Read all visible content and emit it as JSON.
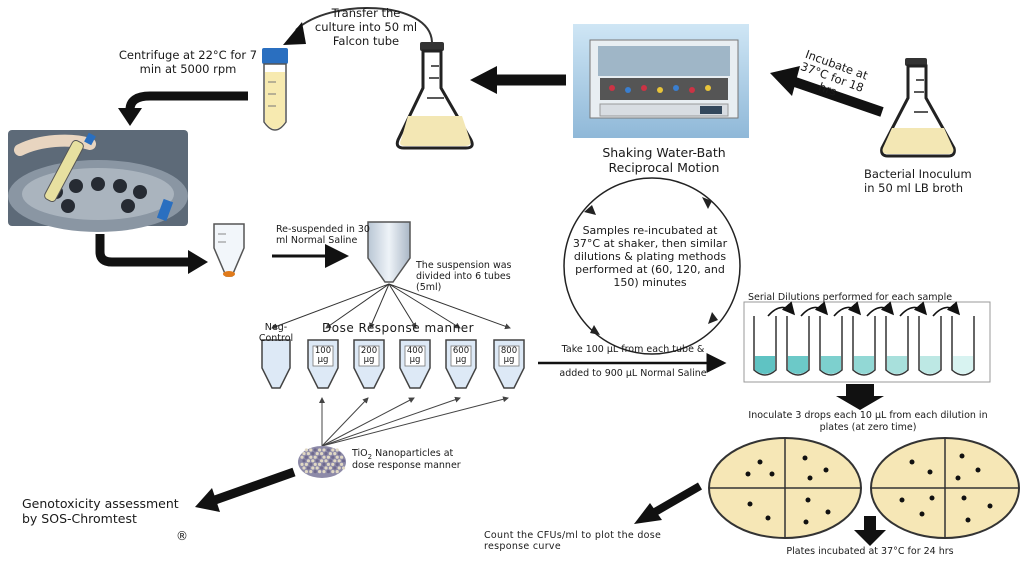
{
  "labels": {
    "transfer": "Transfer the culture into 50 ml Falcon tube",
    "centrifuge": "Centrifuge at 22°C for 7 min at 5000 rpm",
    "incubate": "Incubate at 37°C for 18 hrs",
    "shaking_1": "Shaking Water-Bath",
    "shaking_2": "Reciprocal Motion",
    "inoculum_1": "Bacterial Inoculum",
    "inoculum_2": "in 50 ml LB broth",
    "resuspended": "Re-suspended in 30 ml Normal Saline",
    "suspension": "The suspension was divided into 6 tubes (5ml)",
    "samples": "Samples re-incubated at 37°C at shaker, then similar dilutions & plating methods performed at (60, 120, and 150) minutes",
    "serial": "Serial Dilutions performed for each sample",
    "neg_control": "Neg-Control",
    "dose_response": "Dose Response manner",
    "take": "Take 100 µL from each tube &",
    "added": "added to 900 µL Normal Saline",
    "inoculate": "Inoculate 3 drops each 10 µL from each dilution in plates (at zero time)",
    "tio2_a": "TiO",
    "tio2_sub": "2",
    "tio2_b": " Nanoparticles at",
    "tio2_2": "dose response manner",
    "genotox_1": "Genotoxicity assessment",
    "genotox_2": "by SOS-Chromtest",
    "registered": "®",
    "count": "Count the CFUs/ml to plot the dose response curve",
    "plates": "Plates incubated at 37°C for 24 hrs"
  },
  "doses": [
    {
      "value": "100",
      "unit": "µg"
    },
    {
      "value": "200",
      "unit": "µg"
    },
    {
      "value": "400",
      "unit": "µg"
    },
    {
      "value": "600",
      "unit": "µg"
    },
    {
      "value": "800",
      "unit": "µg"
    }
  ],
  "colors": {
    "broth": "#f3e7b4",
    "plate": "#f6e7b6",
    "dilution_dark": "#5fc3c3",
    "dilution_light": "#d8f3f1",
    "arrow": "#111111",
    "pellet": "#e07a1a"
  }
}
